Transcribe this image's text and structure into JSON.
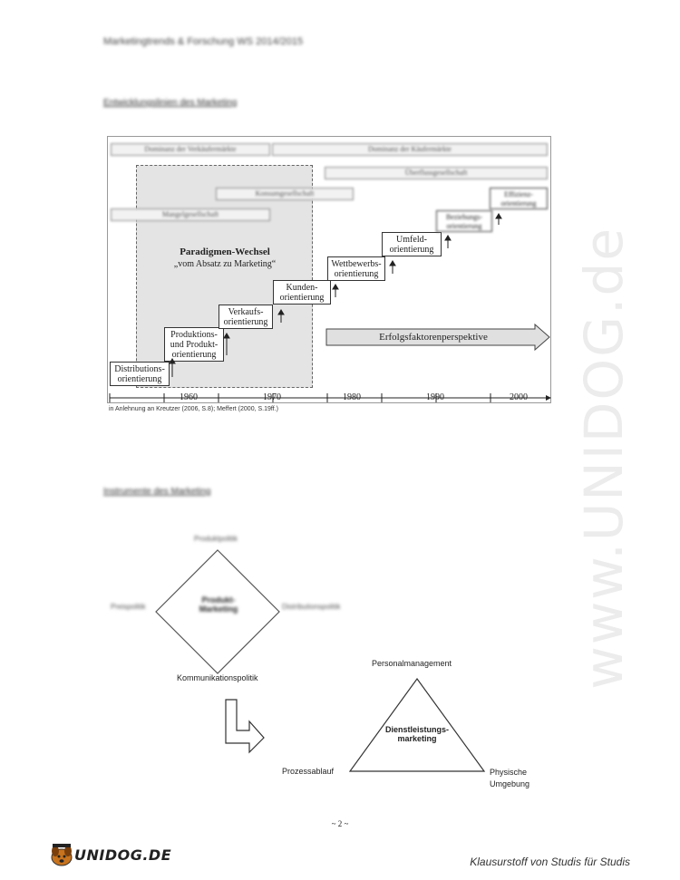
{
  "header": {
    "title": "Marketingtrends & Forschung WS 2014/2015"
  },
  "sections": {
    "entwicklung": "Entwicklungslinien des Marketing",
    "instrumente": "Instrumente des Marketing"
  },
  "diagram1": {
    "top_bars": [
      "Dominanz der Verkäufermärkte",
      "Dominanz der Käufermärkte",
      "Überflussgesellschaft",
      "Konsumgesellschaft",
      "Mangelgesellschaft",
      "Effizienz-orientierung"
    ],
    "paradigm_title": "Paradigmen-Wechsel",
    "paradigm_sub": "„vom Absatz zu Marketing“",
    "steps": [
      "Distributions-\norientierung",
      "Produktions-\nund Produkt-\norientierung",
      "Verkaufs-\norientierung",
      "Kunden-\norientierung",
      "Wettbewerbs-\norientierung",
      "Umfeld-\norientierung",
      "Beziehungs-\norientierung",
      "Effizienz-\norientierung"
    ],
    "erfolg": "Erfolgsfaktorenperspektive",
    "years": [
      "1960",
      "1970",
      "1980",
      "1990",
      "2000"
    ],
    "source": "in Anlehnung an Kreutzer (2006, S.8); Meffert (2000, S.19ff.)"
  },
  "diagram2": {
    "top": "Produktpolitik",
    "left": "Preispolitik",
    "right": "Distributionspolitik",
    "center": "Produkt-\nMarketing",
    "bottom": "Kommunikationspolitik"
  },
  "diagram3": {
    "top": "Personalmanagement",
    "center": "Dienstleistungs-\nmarketing",
    "left": "Prozessablauf",
    "right": "Physische\nUmgebung"
  },
  "watermark": "www.UNIDOG.de",
  "page_number": "~ 2 ~",
  "footer": {
    "logo": "UNIDOG.DE",
    "tagline": "Klausurstoff von Studis für Studis"
  }
}
